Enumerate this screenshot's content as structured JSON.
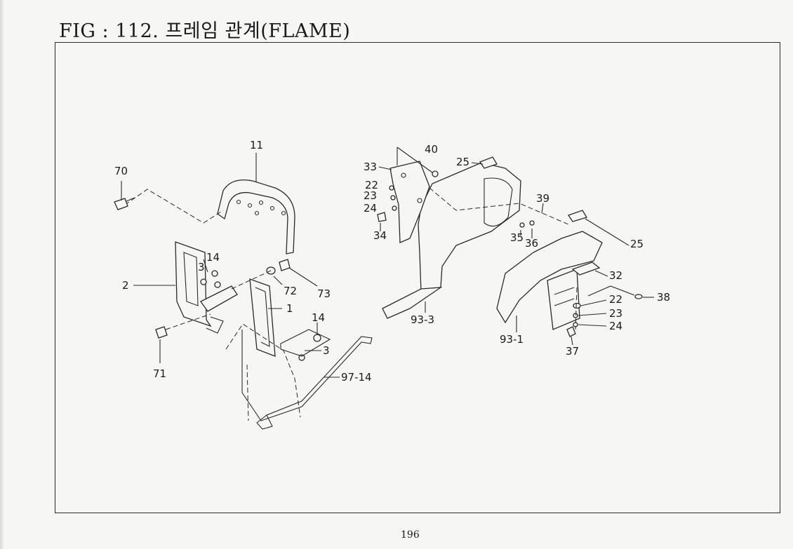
{
  "title": "FIG : 112. 프레임 관계(FLAME)",
  "page_number": "196",
  "callouts": {
    "c11": "11",
    "c70": "70",
    "c14a": "14",
    "c3a": "3",
    "c2": "2",
    "c72": "72",
    "c73": "73",
    "c1": "1",
    "c14b": "14",
    "c3b": "3",
    "c71": "71",
    "c97_14": "97-14",
    "c40": "40",
    "c33": "33",
    "c25a": "25",
    "c22a": "22",
    "c23a": "23",
    "c24a": "24",
    "c34": "34",
    "c39": "39",
    "c35": "35",
    "c36": "36",
    "c25b": "25",
    "c32": "32",
    "c22b": "22",
    "c38": "38",
    "c23b": "23",
    "c24b": "24",
    "c93_3": "93-3",
    "c93_1": "93-1",
    "c37": "37"
  }
}
